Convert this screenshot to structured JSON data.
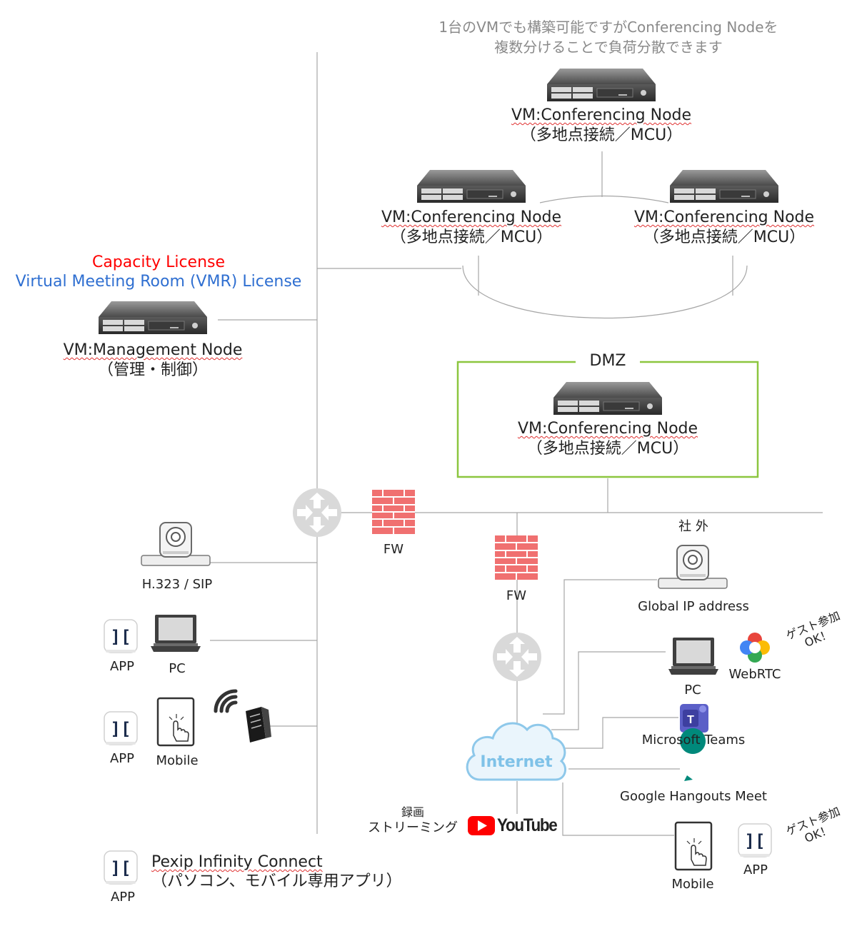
{
  "top_note": {
    "line1": "1台のVMでも構築可能ですがConferencing Nodeを",
    "line2": "複数分けることで負荷分散できます"
  },
  "conferencing_nodes": [
    {
      "title": "VM:Conferencing Node",
      "subtitle": "（多地点接続／MCU）"
    },
    {
      "title": "VM:Conferencing Node",
      "subtitle": "（多地点接続／MCU）"
    },
    {
      "title": "VM:Conferencing Node",
      "subtitle": "（多地点接続／MCU）"
    }
  ],
  "licenses": {
    "capacity": "Capacity License",
    "vmr": "Virtual Meeting Room (VMR) License"
  },
  "management_node": {
    "title": "VM:Management Node",
    "subtitle": "（管理・制御）"
  },
  "dmz": {
    "label": "DMZ",
    "node_title": "VM:Conferencing Node",
    "node_subtitle": "（多地点接続／MCU）"
  },
  "firewalls": {
    "fw1": "FW",
    "fw2": "FW"
  },
  "internal": {
    "h323_label": "H.323 / SIP",
    "app_label": "APP",
    "pc_label": "PC",
    "app2_label": "APP",
    "mobile_label": "Mobile",
    "app_icon_text": "][",
    "pexip_app_label": "APP",
    "pexip_title": "Pexip Infinity Connect",
    "pexip_subtitle": "（パソコン、モバイル専用アプリ）"
  },
  "external": {
    "label": "社 外",
    "global_ip": "Global IP address",
    "pc": "PC",
    "webrtc": "WebRTC",
    "guest1_line1": "ゲスト参加",
    "guest1_line2": "OK！",
    "teams": "Microsoft Teams",
    "teams_icon_text": "T",
    "hangouts": "Google Hangouts Meet",
    "mobile": "Mobile",
    "app": "APP",
    "guest2_line1": "ゲスト参加",
    "guest2_line2": "OK！"
  },
  "internet": {
    "label": "Internet"
  },
  "youtube": {
    "recording_line1": "録画",
    "recording_line2": "ストリーミング",
    "logo_text": "YouTube"
  },
  "colors": {
    "line": "#a6a6a6",
    "dmz_border": "#8cc63f",
    "firewall": "#f07070",
    "router": "#d9d9d9",
    "cloud_stroke": "#8ec8ea",
    "cloud_fill": "#eaf5fc",
    "internet_text": "#7fc2e8",
    "youtube_red": "#ff0000",
    "teams_purple": "#5b5fc7",
    "hangouts_green": "#00897b"
  }
}
